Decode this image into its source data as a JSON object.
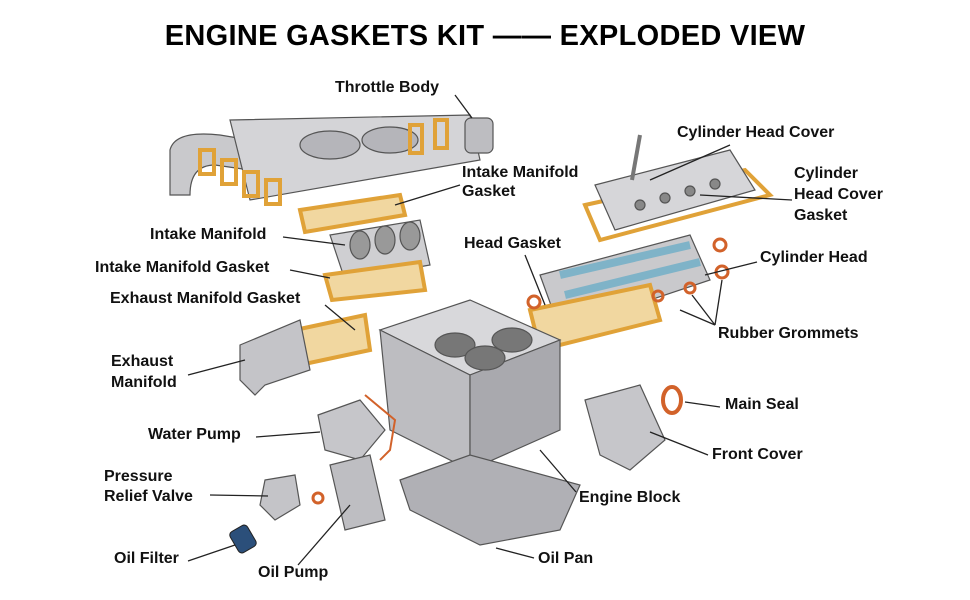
{
  "title": "ENGINE GASKETS KIT —— EXPLODED VIEW",
  "labels": {
    "throttle_body": "Throttle Body",
    "cylinder_head_cover": "Cylinder Head Cover",
    "intake_manifold_gasket_upper_1": "Intake Manifold",
    "intake_manifold_gasket_upper_2": "Gasket",
    "cylinder_head_cover_gasket_1": "Cylinder",
    "cylinder_head_cover_gasket_2": "Head Cover",
    "cylinder_head_cover_gasket_3": "Gasket",
    "head_gasket": "Head Gasket",
    "cylinder_head": "Cylinder Head",
    "intake_manifold": "Intake Manifold",
    "intake_manifold_gasket_lower": "Intake Manifold Gasket",
    "exhaust_manifold_gasket": "Exhaust Manifold Gasket",
    "rubber_grommets": "Rubber Grommets",
    "exhaust_manifold_1": "Exhaust",
    "exhaust_manifold_2": "Manifold",
    "main_seal": "Main Seal",
    "water_pump": "Water Pump",
    "front_cover": "Front Cover",
    "pressure_relief_valve_1": "Pressure",
    "pressure_relief_valve_2": "Relief Valve",
    "engine_block": "Engine Block",
    "oil_filter": "Oil Filter",
    "oil_pump": "Oil Pump",
    "oil_pan": "Oil Pan"
  },
  "colors": {
    "gasket": "#e0a238",
    "metal": "#c9c9cc",
    "metal_dark": "#8e8e94",
    "camshaft": "#7fb3c8",
    "seal": "#d2622a"
  }
}
